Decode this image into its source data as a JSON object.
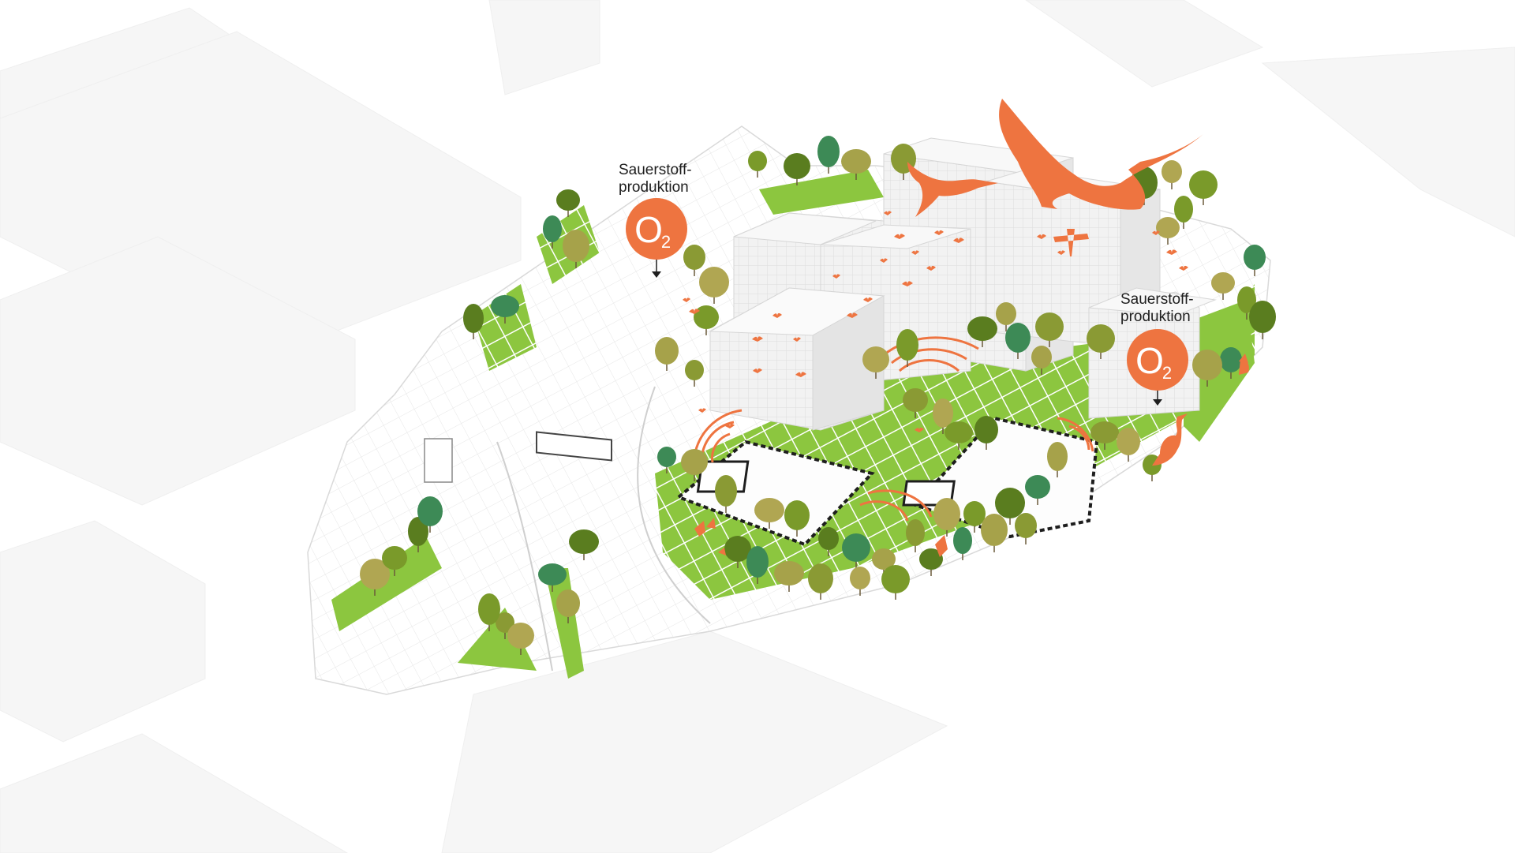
{
  "colors": {
    "accent": "#ee7440",
    "grass": "#8cc63f",
    "grass_dark": "#6fae2e",
    "paving_line": "#e4e4e4",
    "building_top": "#f6f6f6",
    "building_side": "#e8e8e8",
    "tree_palette": [
      "#7a9a2a",
      "#5a7d1f",
      "#3d8a56",
      "#a6a24a",
      "#8a9a34",
      "#b0a652"
    ]
  },
  "icons": {
    "marker": "oxygen-o2-icon",
    "birds": "flying-bird-icon",
    "heron": "heron-icon",
    "butterfly": "butterfly-icon",
    "dragonfly": "dragonfly-icon",
    "sound": "sound-wave-icon"
  },
  "markers": [
    {
      "id": "left",
      "label_line1": "Sauerstoff-",
      "label_line2": "produktion",
      "symbol": "O",
      "subscript": "2"
    },
    {
      "id": "right",
      "label_line1": "Sauerstoff-",
      "label_line2": "produktion",
      "symbol": "O",
      "subscript": "2"
    }
  ]
}
